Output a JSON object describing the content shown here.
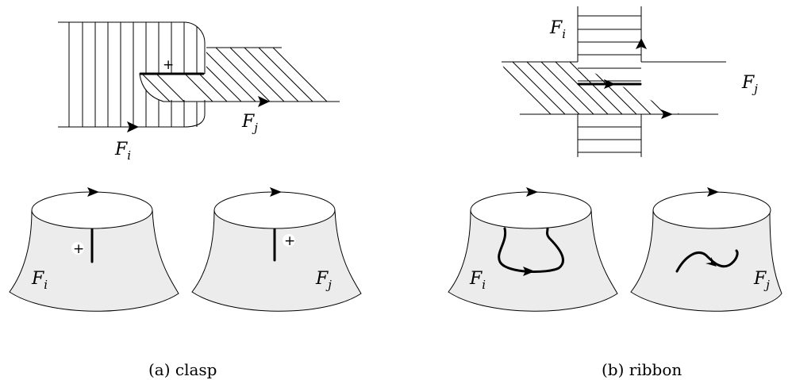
{
  "clasp": {
    "label_fi": "F",
    "label_fi_sub": "i",
    "label_fj": "F",
    "label_fj_sub": "j",
    "plus_sign": "+",
    "bottom_left_label": "F",
    "bottom_left_sub": "i",
    "bottom_right_label": "F",
    "bottom_right_sub": "j",
    "bottom_left_plus": "+",
    "bottom_right_plus": "+",
    "caption": "(a) clasp"
  },
  "ribbon": {
    "label_fi": "F",
    "label_fi_sub": "i",
    "label_fj": "F",
    "label_fj_sub": "j",
    "bottom_left_label": "F",
    "bottom_left_sub": "i",
    "bottom_right_label": "F",
    "bottom_right_sub": "j",
    "caption": "(b) ribbon"
  },
  "colors": {
    "surface_fill": "#ececec",
    "stroke": "#000000"
  }
}
